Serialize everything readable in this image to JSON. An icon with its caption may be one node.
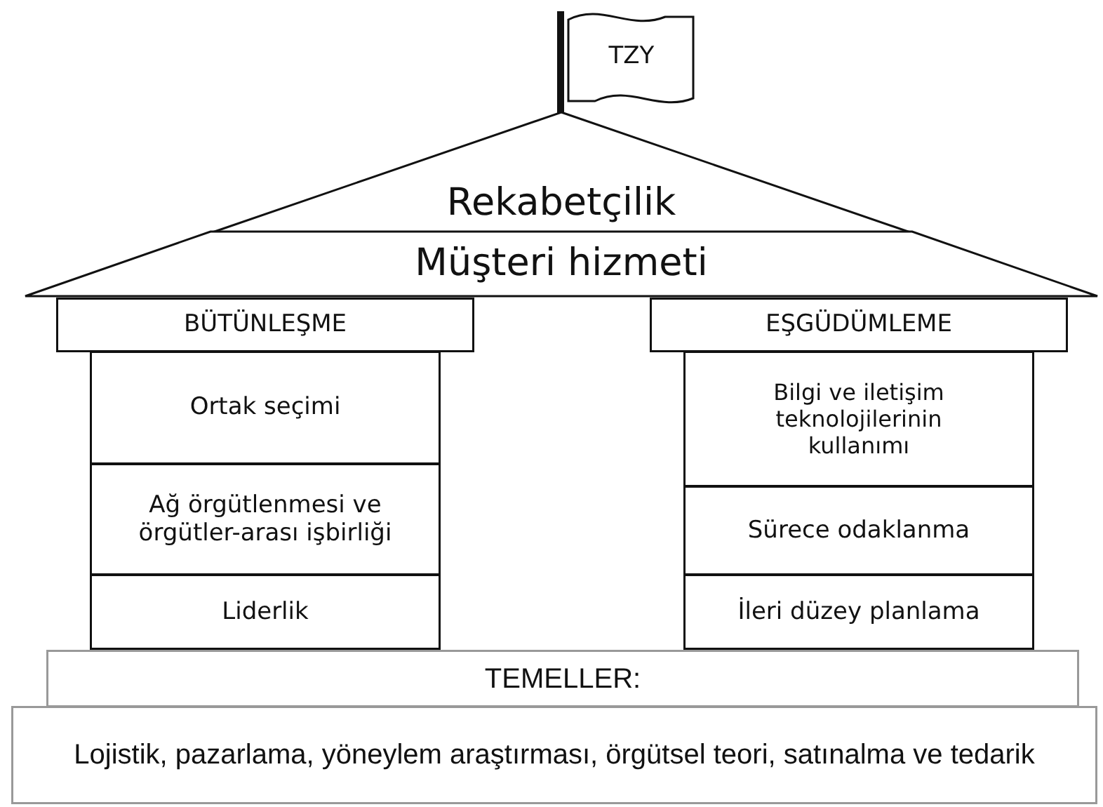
{
  "diagram": {
    "nodes": [
      {
        "text": [
          "TZY"
        ]
      },
      {
        "text": [
          "Rekabetçilik"
        ]
      },
      {
        "text": [
          "Müşteri hizmeti"
        ]
      },
      {
        "text": [
          "BÜTÜNLEŞME"
        ]
      },
      {
        "text": [
          "Ortak seçimi"
        ]
      },
      {
        "text": [
          "Ağ örgütlenmesi ve örgütler-arası işbirliği"
        ]
      },
      {
        "text": [
          "Liderlik"
        ]
      },
      {
        "text": [
          "EŞGÜDÜMLEME"
        ]
      },
      {
        "text": [
          "Bilgi ve iletişim teknolojilerinin kullanımı"
        ]
      },
      {
        "text": [
          "Sürece odaklanma"
        ]
      },
      {
        "text": [
          "İleri düzey planlama"
        ]
      },
      {
        "text": [
          "TEMELLER:"
        ]
      },
      {
        "text": [
          "Lojistik, pazarlama, yöneylem araştırması, örgütsel teori, satınalma ve tedarik"
        ]
      }
    ]
  }
}
